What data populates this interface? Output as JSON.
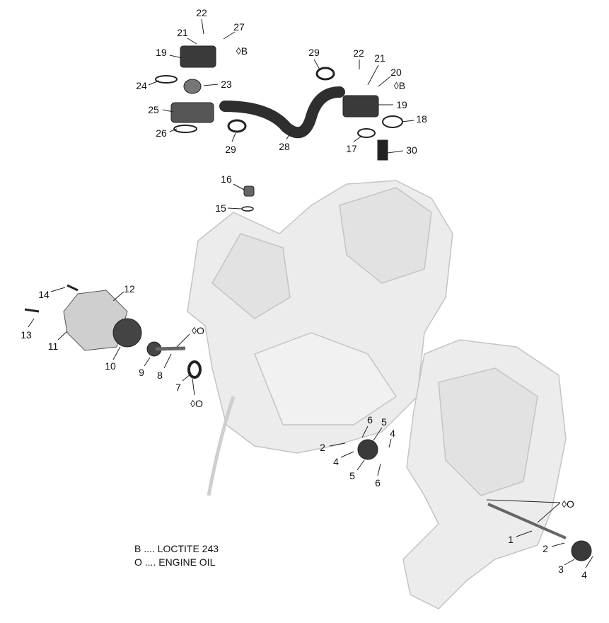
{
  "callouts": [
    "22",
    "21",
    "27",
    "19",
    "◊B",
    "24",
    "23",
    "25",
    "26",
    "29",
    "22",
    "21",
    "20",
    "◊B",
    "19",
    "18",
    "17",
    "30",
    "28",
    "29",
    "16",
    "15",
    "14",
    "12",
    "13",
    "11",
    "◊O",
    "10",
    "9",
    "8",
    "7",
    "◊O",
    "6",
    "5",
    "4",
    "2",
    "4",
    "5",
    "6",
    "◊O",
    "1",
    "2",
    "3",
    "4"
  ],
  "legend": [
    "B .... LOCTITE 243",
    "O .... ENGINE OIL"
  ],
  "colors": {
    "engine": "#e9e9e9",
    "engine_outline": "#c4c4c4",
    "parts": "#3a3a3a"
  }
}
